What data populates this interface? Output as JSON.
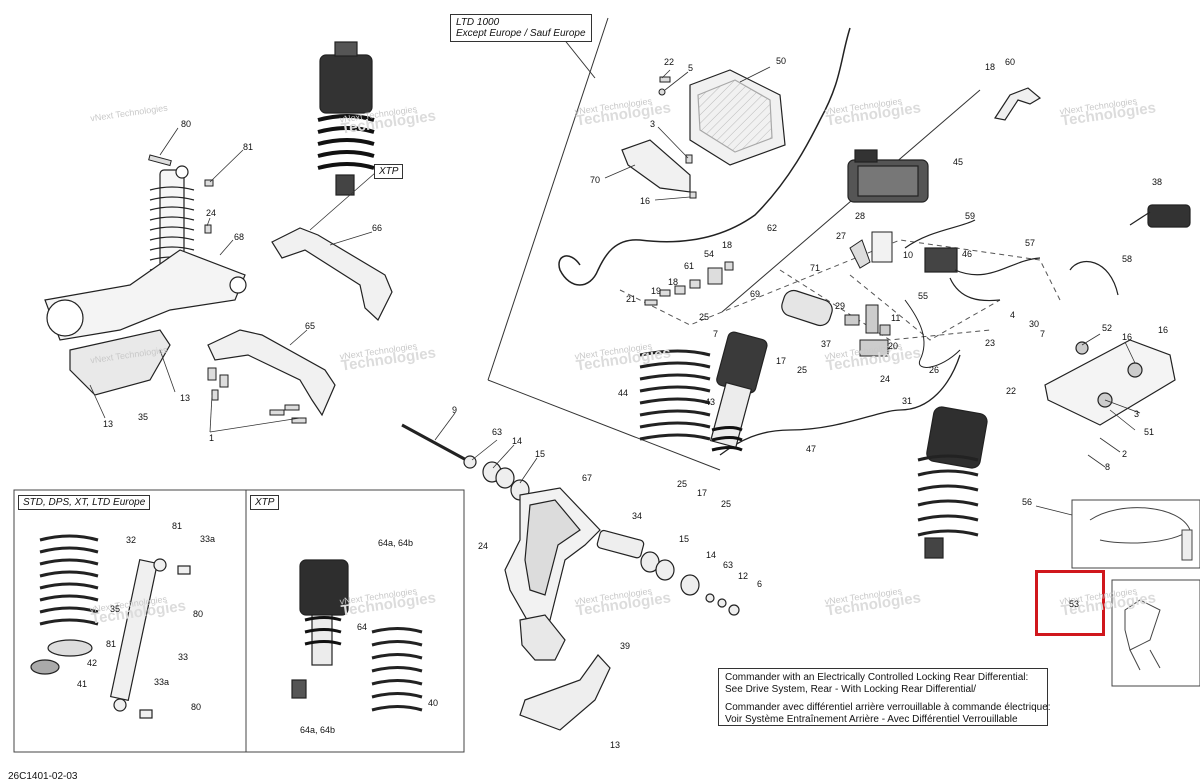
{
  "diagram_code": "26C1401-02-03",
  "frames": {
    "ltd": {
      "line1": "LTD 1000",
      "line2": "Except Europe / Sauf Europe"
    },
    "xtp_top": "XTP",
    "std": "STD, DPS, XT, LTD Europe",
    "xtp_box": "XTP"
  },
  "note": {
    "line1": "Commander with an Electrically Controlled Locking Rear Differential:",
    "line2": "See Drive System, Rear - With Locking Rear Differential/",
    "line3": "Commander avec différentiel arrière verrouillable à commande électrique:",
    "line4": "Voir Système Entraînement Arrière - Avec Différentiel Verrouillable"
  },
  "watermark": {
    "small": "vNext Technologies",
    "big": "Technologies"
  },
  "callouts": {
    "c80a": "80",
    "c81a": "81",
    "c24a": "24",
    "c68": "68",
    "c13a": "13",
    "c35a": "35",
    "c13b": "13",
    "c1": "1",
    "c66": "66",
    "c65": "65",
    "cXTP": "XTP",
    "c22a": "22",
    "c5": "5",
    "c50": "50",
    "c3a": "3",
    "c70": "70",
    "c16a": "16",
    "c62": "62",
    "c18a": "18",
    "c60": "60",
    "c45": "45",
    "c38": "38",
    "c59": "59",
    "c28": "28",
    "c27": "27",
    "c54": "54",
    "c18b": "18",
    "c61": "61",
    "c18c": "18",
    "c19": "19",
    "c21": "21",
    "c10": "10",
    "c46": "46",
    "c57": "57",
    "c58": "58",
    "c71": "71",
    "c69": "69",
    "c29": "29",
    "c25a": "25",
    "c7a": "7",
    "c17a": "17",
    "c37": "37",
    "c55": "55",
    "c11": "11",
    "c20": "20",
    "c4": "4",
    "c30": "30",
    "c7b": "7",
    "c52": "52",
    "c16b": "16",
    "c16c": "16",
    "c23": "23",
    "c25b": "25",
    "c44": "44",
    "c43": "43",
    "c24b": "24",
    "c26": "26",
    "c31": "31",
    "c22b": "22",
    "c3b": "3",
    "c51": "51",
    "c2": "2",
    "c8": "8",
    "c47": "47",
    "c9": "9",
    "c63a": "63",
    "c14a": "14",
    "c15a": "15",
    "c25c": "25",
    "c17b": "17",
    "c25d": "25",
    "c67": "67",
    "c34": "34",
    "c24c": "24",
    "c15b": "15",
    "c14b": "14",
    "c63b": "63",
    "c12": "12",
    "c6": "6",
    "c39": "39",
    "c13c": "13",
    "c56": "56",
    "c53": "53",
    "c32": "32",
    "c81b": "81",
    "c33a1": "33a",
    "c80b": "80",
    "c35b": "35",
    "c33": "33",
    "c81c": "81",
    "c42": "42",
    "c41": "41",
    "c33a2": "33a",
    "c80c": "80",
    "c64ab1": "64a, 64b",
    "c64": "64",
    "c40": "40",
    "c64ab2": "64a, 64b"
  },
  "colors": {
    "line": "#333333",
    "highlight": "#d0171d",
    "part_fill": "#e8e8e8",
    "dark_part": "#2a2a2a"
  }
}
